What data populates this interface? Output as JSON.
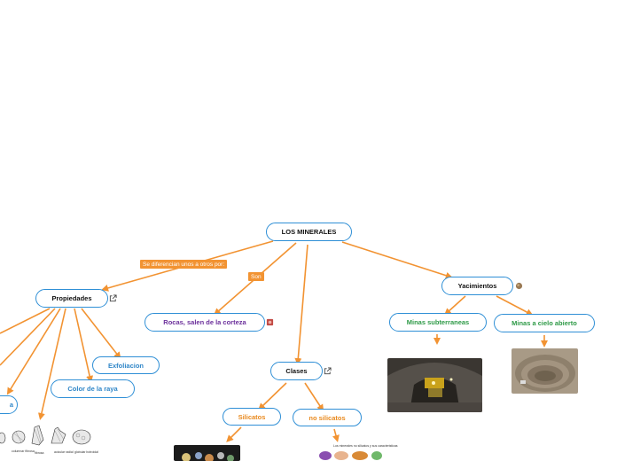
{
  "mindmap": {
    "root": "LOS MINERALES",
    "edge_labels": {
      "differ": "Se diferencian unos a otros por:",
      "son": "Son"
    },
    "nodes": {
      "propiedades": "Propiedades",
      "rocas": "Rocas, salen de la corteza",
      "clases": "Clases",
      "yacimientos": "Yacimientos",
      "exfoliacion": "Exfoliacion",
      "color_raya": "Color de la raya",
      "partial_left": "a",
      "silicatos": "Silicatos",
      "no_silicatos": "no silicatos",
      "minas_sub": "Minas subterraneas",
      "minas_cielo": "Minas a cielo abierto"
    },
    "captions": {
      "crystal_1": "columnar fibrosa",
      "crystal_2": "fibrosa",
      "crystal_3": "acicular radial",
      "crystal_4": "globular botroidal",
      "no_silicatos_img": "Los minerales no silicatos y sus caracteristicas"
    }
  },
  "colors": {
    "connector": "#f29332",
    "node_border": "#2f8fd6",
    "label_bg": "#f29332"
  }
}
